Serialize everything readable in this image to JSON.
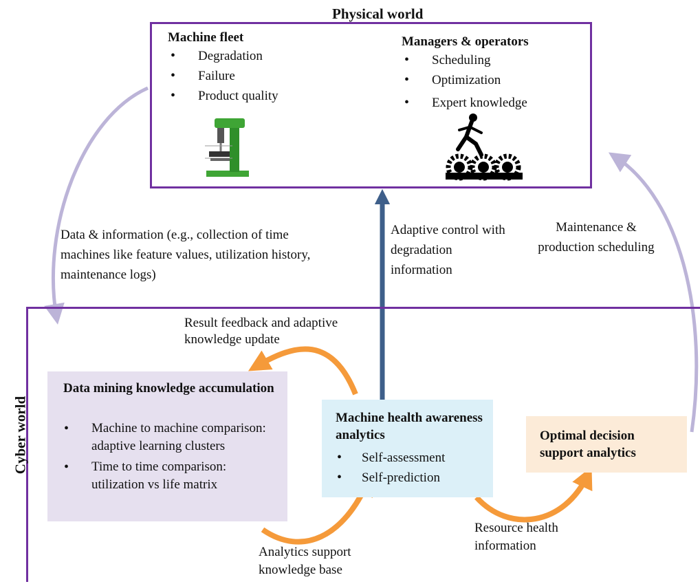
{
  "physical_world": {
    "title": "Physical world",
    "machine_fleet": {
      "heading": "Machine fleet",
      "items": [
        "Degradation",
        "Failure",
        "Product quality"
      ],
      "icon": "drill-press-icon"
    },
    "managers": {
      "heading": "Managers & operators",
      "items": [
        "Scheduling",
        "Optimization",
        "Expert knowledge"
      ],
      "icon": "runner-on-gears-icon"
    }
  },
  "cyber_world": {
    "title": "Cyber world",
    "data_mining": {
      "heading": "Data mining knowledge accumulation",
      "items": [
        "Machine to machine comparison: adaptive learning clusters",
        "Time to time comparison: utilization vs life matrix"
      ]
    },
    "machine_health": {
      "heading": "Machine health awareness analytics",
      "items": [
        "Self-assessment",
        "Self-prediction"
      ]
    },
    "optimal_decision": {
      "heading": "Optimal decision support analytics"
    }
  },
  "labels": {
    "data_info": "Data & information (e.g., collection of time machines like feature values, utilization history, maintenance logs)",
    "adaptive_control": "Adaptive control with degradation information",
    "maintenance": "Maintenance & production scheduling",
    "result_feedback": "Result feedback and adaptive knowledge update",
    "analytics_support": "Analytics support knowledge base",
    "resource_health": "Resource health information"
  },
  "colors": {
    "frame": "#7030a0",
    "connector": "#bcb4d8",
    "orange_arrow": "#f59a3a",
    "blue_arrow": "#3e5f8a",
    "machine_green": "#3fa535",
    "purple_box": "#e6e0ef",
    "blue_box": "#dcf0f8",
    "peach_box": "#fcebd8"
  }
}
